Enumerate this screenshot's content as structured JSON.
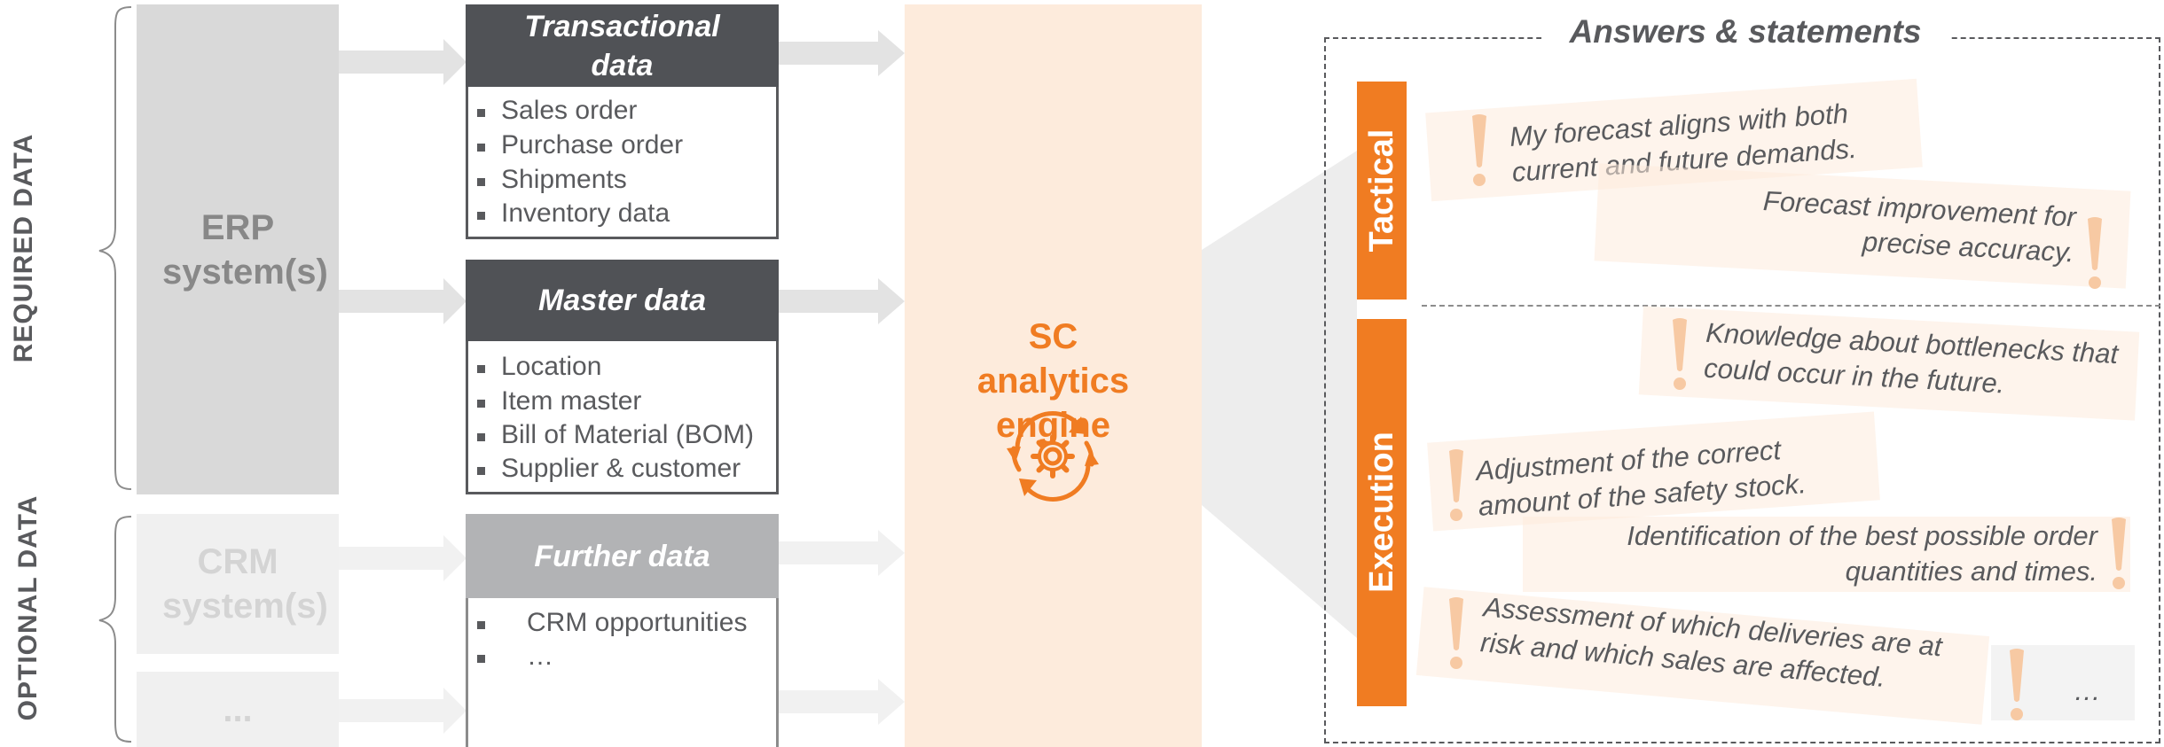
{
  "labels": {
    "required": "REQUIRED DATA",
    "optional": "OPTIONAL DATA"
  },
  "systems": {
    "erp": "ERP system(s)",
    "crm": "CRM system(s)",
    "other": "..."
  },
  "data_boxes": {
    "transactional": {
      "title": "Transactional data",
      "items": [
        "Sales order",
        "Purchase order",
        "Shipments",
        "Inventory data"
      ]
    },
    "master": {
      "title": "Master data",
      "items": [
        "Location",
        "Item master",
        "Bill of Material (BOM)",
        "Supplier & customer"
      ]
    },
    "further": {
      "title": "Further data",
      "items": [
        "CRM opportunities",
        "…"
      ]
    }
  },
  "engine": {
    "title": "SC analytics engine",
    "icon": "gear-cycle-icon"
  },
  "answers": {
    "title": "Answers & statements",
    "tactical": {
      "label": "Tactical",
      "statements": [
        "My forecast aligns with both current and future demands.",
        "Forecast improvement for precise accuracy."
      ]
    },
    "execution": {
      "label": "Execution",
      "statements": [
        "Knowledge about bottlenecks that could occur in the future.",
        "Adjustment of the correct amount of the safety stock.",
        "Identification of the best possible order quantities and times.",
        "Assessment of which deliveries are at risk and which sales are affected.",
        "…"
      ]
    }
  },
  "colors": {
    "accent": "#f07c22",
    "accent_light": "#fdebdc",
    "dark_header": "#505256",
    "gray_header": "#b2b3b5",
    "erp_fill": "#d9d9d9",
    "crm_fill": "#f0f0f0",
    "text": "#595a5d"
  }
}
